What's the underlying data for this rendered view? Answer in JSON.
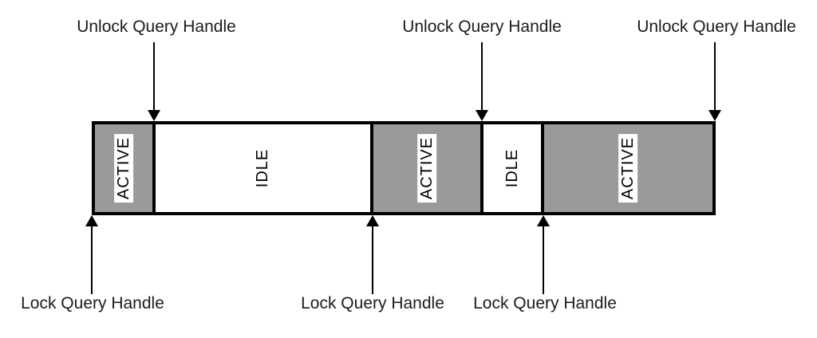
{
  "diagram": {
    "top_labels": [
      {
        "text": "Unlock Query Handle"
      },
      {
        "text": "Unlock Query Handle"
      },
      {
        "text": "Unlock Query Handle"
      }
    ],
    "bottom_labels": [
      {
        "text": "Lock Query Handle"
      },
      {
        "text": "Lock Query Handle"
      },
      {
        "text": "Lock Query Handle"
      }
    ],
    "segments": [
      {
        "label": "ACTIVE",
        "state": "active"
      },
      {
        "label": "IDLE",
        "state": "idle"
      },
      {
        "label": "ACTIVE",
        "state": "active"
      },
      {
        "label": "IDLE",
        "state": "idle"
      },
      {
        "label": "ACTIVE",
        "state": "active"
      }
    ],
    "colors": {
      "active_fill": "#9a9a9a",
      "idle_fill": "#ffffff",
      "stroke": "#000000",
      "text": "#1c1c1c"
    }
  }
}
